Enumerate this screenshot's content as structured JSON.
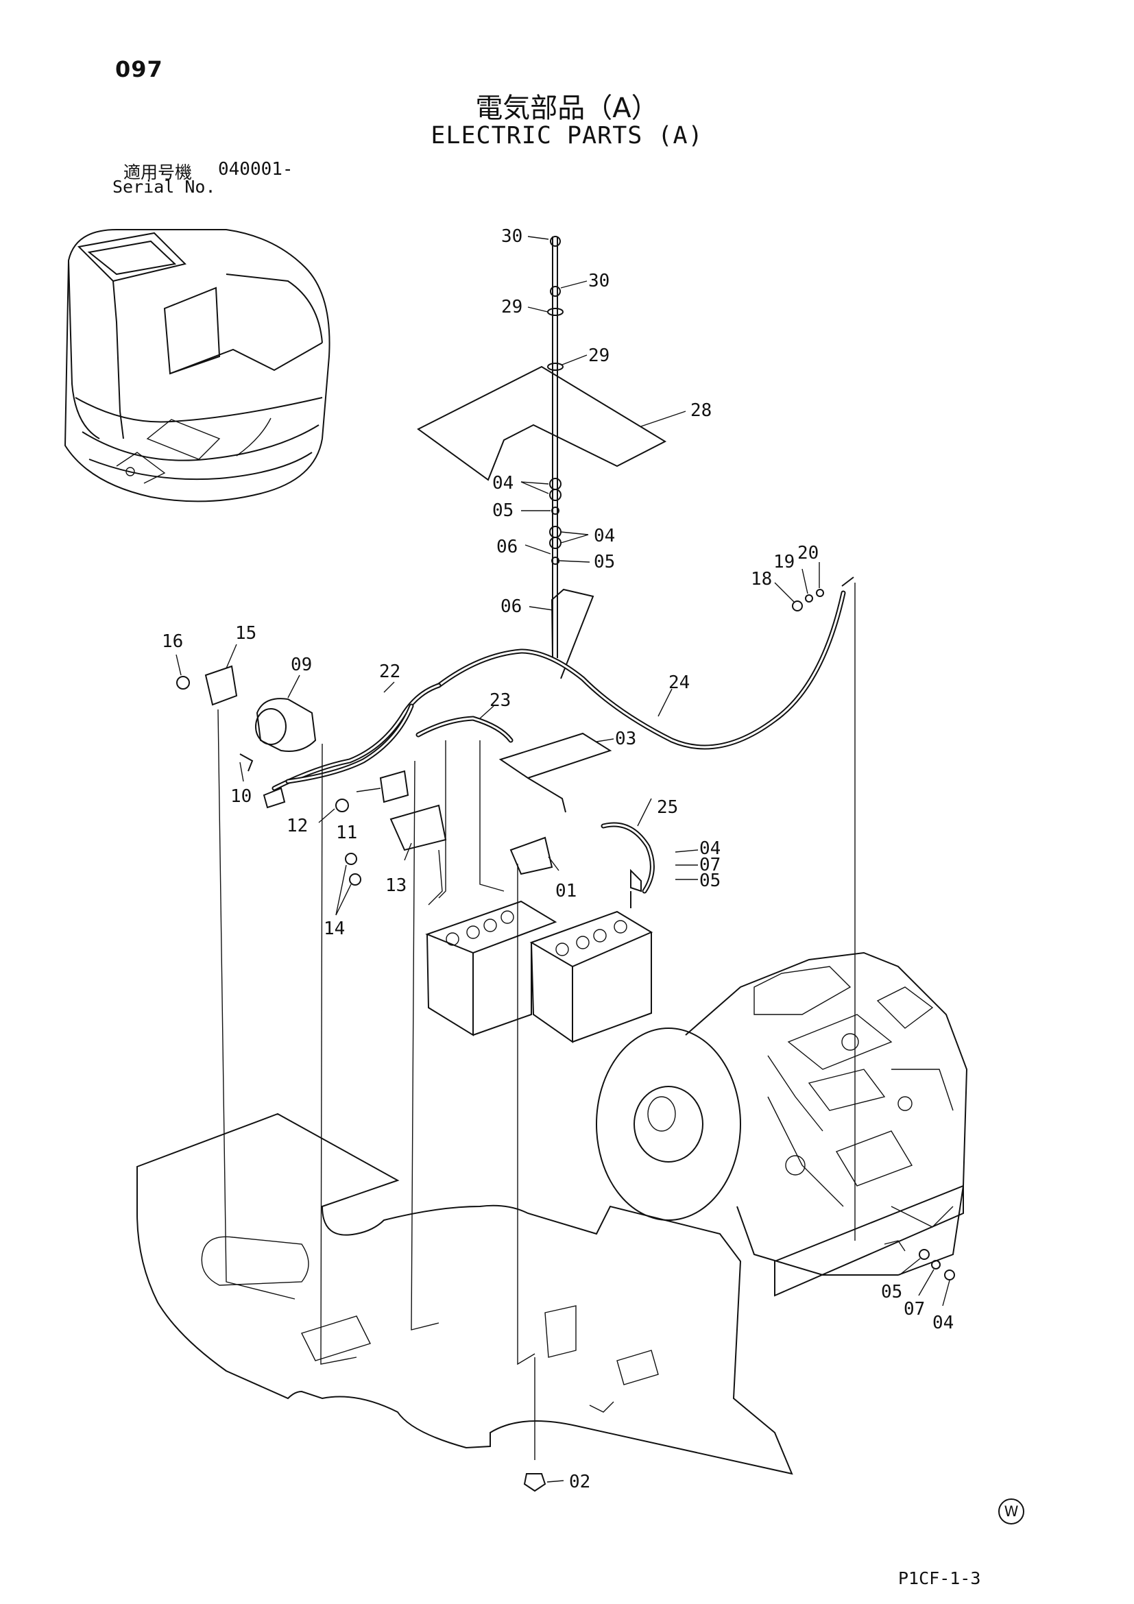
{
  "page": {
    "number": "097",
    "title_jp": "電気部品（A）",
    "title_en": "ELECTRIC PARTS (A)",
    "serial_label_jp": "適用号機",
    "serial_label_en": "Serial No.",
    "serial_value": "040001-",
    "drawing_code": "P1CF-1-3",
    "watermark": "W"
  },
  "callouts": [
    {
      "id": "c30a",
      "text": "30"
    },
    {
      "id": "c30b",
      "text": "30"
    },
    {
      "id": "c29a",
      "text": "29"
    },
    {
      "id": "c29b",
      "text": "29"
    },
    {
      "id": "c28",
      "text": "28"
    },
    {
      "id": "c04a",
      "text": "04"
    },
    {
      "id": "c05a",
      "text": "05"
    },
    {
      "id": "c04b",
      "text": "04"
    },
    {
      "id": "c06a",
      "text": "06"
    },
    {
      "id": "c05b",
      "text": "05"
    },
    {
      "id": "c06b",
      "text": "06"
    },
    {
      "id": "c18",
      "text": "18"
    },
    {
      "id": "c19",
      "text": "19"
    },
    {
      "id": "c20",
      "text": "20"
    },
    {
      "id": "c16",
      "text": "16"
    },
    {
      "id": "c15",
      "text": "15"
    },
    {
      "id": "c09",
      "text": "09"
    },
    {
      "id": "c22",
      "text": "22"
    },
    {
      "id": "c23",
      "text": "23"
    },
    {
      "id": "c24",
      "text": "24"
    },
    {
      "id": "c03",
      "text": "03"
    },
    {
      "id": "c10",
      "text": "10"
    },
    {
      "id": "c12",
      "text": "12"
    },
    {
      "id": "c11",
      "text": "11"
    },
    {
      "id": "c13",
      "text": "13"
    },
    {
      "id": "c14",
      "text": "14"
    },
    {
      "id": "c01",
      "text": "01"
    },
    {
      "id": "c25",
      "text": "25"
    },
    {
      "id": "c04c",
      "text": "04"
    },
    {
      "id": "c07a",
      "text": "07"
    },
    {
      "id": "c05c",
      "text": "05"
    },
    {
      "id": "c05d",
      "text": "05"
    },
    {
      "id": "c07b",
      "text": "07"
    },
    {
      "id": "c04d",
      "text": "04"
    },
    {
      "id": "c02",
      "text": "02"
    }
  ]
}
